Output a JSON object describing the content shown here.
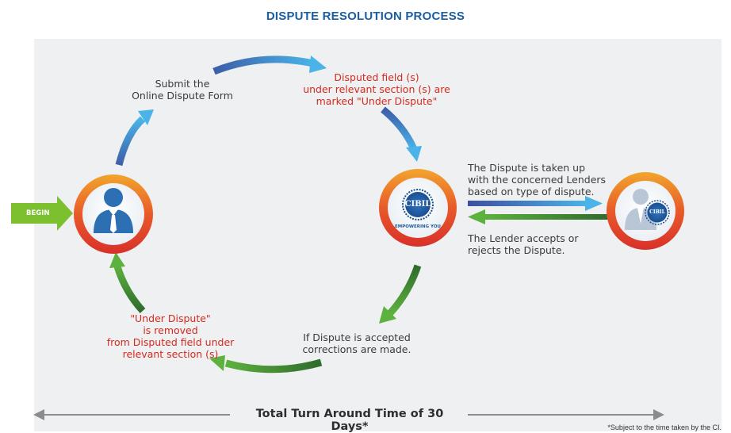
{
  "title": "DISPUTE RESOLUTION PROCESS",
  "begin_label": "BEGIN",
  "steps": {
    "submit": "Submit the\nOnline Dispute Form",
    "marked": "Disputed field (s)\nunder relevant section (s) are\nmarked \"Under Dispute\"",
    "taken_up": "The Dispute is taken up\nwith the concerned Lenders\nbased on type of dispute.",
    "lender_accepts": "The Lender accepts or\nrejects the Dispute.",
    "corrections": "If Dispute is accepted\ncorrections are made.",
    "removed": "\"Under Dispute\"\nis removed\nfrom Disputed field under\nrelevant section (s)"
  },
  "cibil": {
    "logo_text": "CIBIL",
    "tagline": "EMPOWERING YOU"
  },
  "footer": {
    "turnaround": "Total Turn Around Time of 30 Days*",
    "footnote": "*Subject to the time taken by the CI."
  },
  "icons": {
    "user": "user-tie-icon",
    "cibil": "cibil-seal-icon",
    "lender": "lender-with-cibil-icon"
  },
  "colors": {
    "title": "#1a5fa3",
    "red_text": "#d42a1f",
    "ring_outer": "#e2482b",
    "ring_inner": "#f39a2c",
    "blue_arrow": "#4a6fb8",
    "green_arrow": "#4a9c3a",
    "begin_green": "#7cbf2f"
  }
}
